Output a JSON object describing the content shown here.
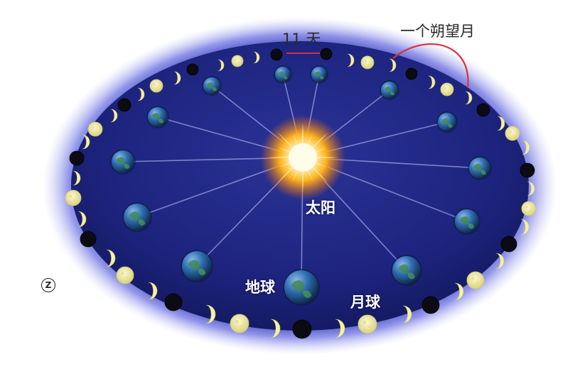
{
  "labels": {
    "interval": "11 天",
    "lunation": "一个朔望月",
    "sun": "太阳",
    "earth": "地球",
    "moon": "月球",
    "figure_marker": "Z"
  },
  "colors": {
    "orbit_fill": "#1c237e",
    "orbit_glow": "#6f74e0",
    "arc": "#d9303a",
    "moon_lit": "#f4f1a8",
    "moon_dark": "#0b0b12",
    "sun_core": "#fffbe0",
    "sun_glow": "#ff9a1a"
  },
  "icons": {
    "sun": "sun-icon",
    "earth": "earth-icon",
    "moon_phase": "moon-phase-icon"
  }
}
